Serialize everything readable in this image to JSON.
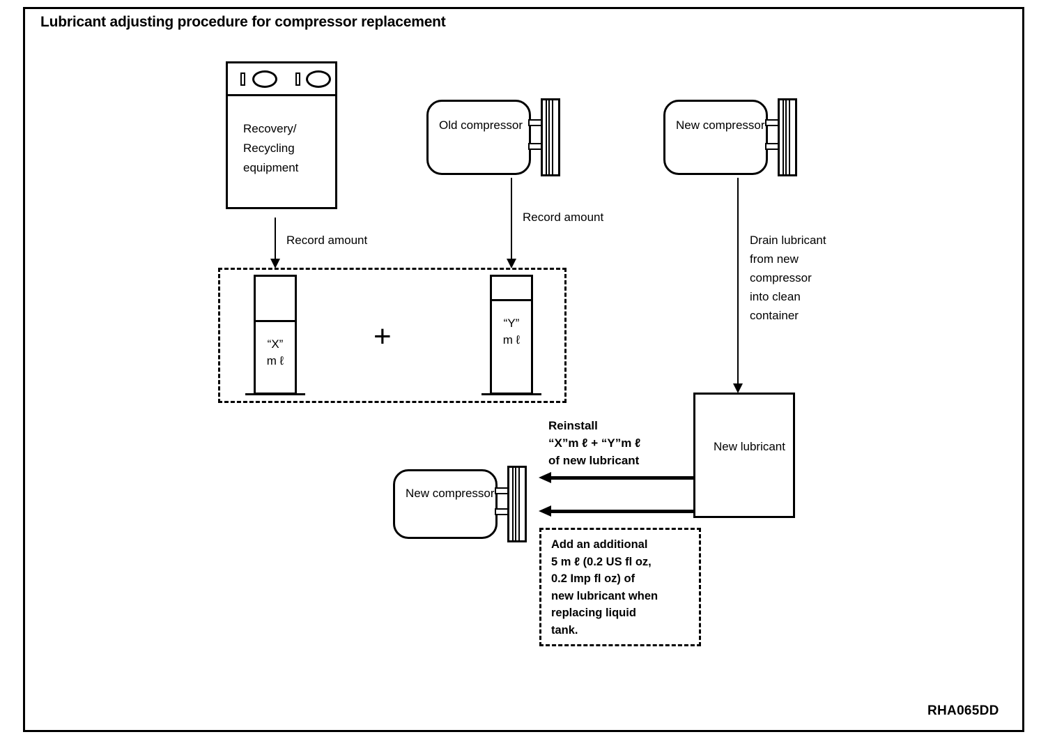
{
  "figure": {
    "title": "Lubricant adjusting procedure for compressor replacement",
    "reference_code": "RHA065DD",
    "border_color": "#000000",
    "background_color": "#ffffff"
  },
  "nodes": {
    "recovery_equipment": {
      "label": "Recovery/\nRecycling\nequipment"
    },
    "old_compressor": {
      "label": "Old\ncompressor"
    },
    "new_compressor_top": {
      "label": "New\ncompressor"
    },
    "new_compressor_bottom": {
      "label": "New\ncompressor"
    },
    "new_lubricant": {
      "label": "New\nlubricant"
    },
    "cylinder_x": {
      "name_line": "“X”",
      "unit_line": "m ℓ"
    },
    "cylinder_y": {
      "name_line": "“Y”",
      "unit_line": "m ℓ"
    },
    "plus_operator": "+"
  },
  "annotations": {
    "record_amount_recovery": "Record amount",
    "record_amount_old": "Record amount",
    "drain_lubricant": "Drain lubricant\nfrom new\ncompressor\ninto clean\ncontainer",
    "reinstall_note": "Reinstall\n“X”m ℓ  +  “Y”m ℓ\nof new lubricant",
    "additional_note": "Add an additional\n5 m ℓ  (0.2 US fl oz,\n0.2 Imp fl oz) of\nnew lubricant when\nreplacing liquid\ntank."
  },
  "chart_data": {
    "type": "diagram",
    "title": "Lubricant adjusting procedure for compressor replacement",
    "flow_steps": [
      {
        "from": "Recovery/Recycling equipment",
        "to": "“X” m ℓ cylinder",
        "label": "Record amount"
      },
      {
        "from": "Old compressor",
        "to": "“Y” m ℓ cylinder",
        "label": "Record amount"
      },
      {
        "from": "New compressor",
        "to": "New lubricant container",
        "label": "Drain lubricant from new compressor into clean container"
      },
      {
        "from": "New lubricant",
        "to": "New compressor",
        "label": "Reinstall “X”m ℓ + “Y”m ℓ of new lubricant"
      },
      {
        "from": "New lubricant",
        "to": "New compressor",
        "label": "Add an additional 5 m ℓ (0.2 US fl oz, 0.2 Imp fl oz) of new lubricant when replacing liquid tank."
      }
    ]
  }
}
